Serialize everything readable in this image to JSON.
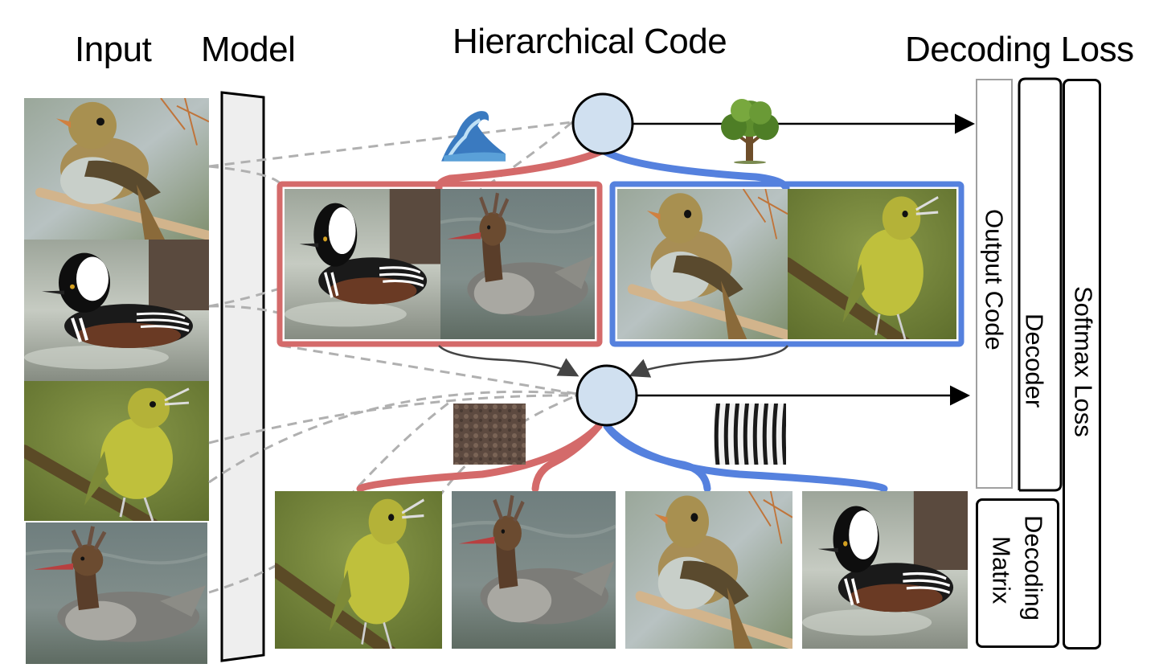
{
  "headings": {
    "input": "Input",
    "model": "Model",
    "hierarchical_code": "Hierarchical Code",
    "decoding_loss": "Decoding Loss"
  },
  "loss_blocks": {
    "output_code": "Output Code",
    "decoder": "Decoder",
    "softmax_loss": "Softmax Loss",
    "decoding_matrix": [
      "Decoding",
      "Matrix"
    ]
  },
  "nodes": [
    {
      "id": "root-code-node",
      "level": 1,
      "concept_icon_left": "water-splash-icon",
      "concept_icon_right": "tree-icon"
    },
    {
      "id": "leaf-code-node",
      "level": 2,
      "concept_icon_left": "feather-texture-patch",
      "concept_icon_right": "zebra-stripe-patch"
    }
  ],
  "input_images": [
    {
      "subject": "flycatcher"
    },
    {
      "subject": "hooded-merganser"
    },
    {
      "subject": "yellow-warbler"
    },
    {
      "subject": "red-breasted-merganser"
    }
  ],
  "level1_groups": [
    {
      "branch_color": "#d46a6a",
      "images": [
        "hooded-merganser",
        "red-breasted-merganser"
      ]
    },
    {
      "branch_color": "#5581de",
      "images": [
        "flycatcher",
        "yellow-warbler"
      ]
    }
  ],
  "level2_leaves": [
    {
      "subject": "yellow-warbler",
      "branch_color": "#d46a6a"
    },
    {
      "subject": "red-breasted-merganser",
      "branch_color": "#d46a6a"
    },
    {
      "subject": "flycatcher",
      "branch_color": "#5581de"
    },
    {
      "subject": "hooded-merganser",
      "branch_color": "#5581de"
    }
  ],
  "colors": {
    "red_branch": "#d46a6a",
    "blue_branch": "#5581de",
    "node_fill": "#d0e0f0",
    "dashed_link": "#b0b0b0",
    "model_fill": "#eeeeee",
    "output_code_border": "#a0a0a0"
  }
}
